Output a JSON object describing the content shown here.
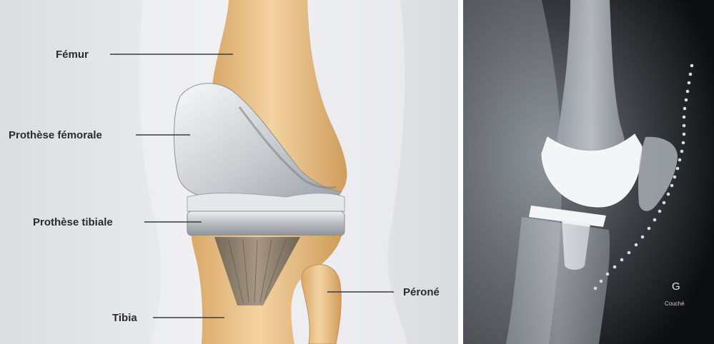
{
  "illustration": {
    "labels": {
      "femur": "Fémur",
      "femoral_prosthesis": "Prothèse fémorale",
      "tibial_prosthesis": "Prothèse tibiale",
      "fibula": "Péroné",
      "tibia": "Tibia"
    }
  },
  "xray": {
    "side_marker": "G",
    "position_label": "Couché"
  },
  "colors": {
    "bone": "#e8c48f",
    "bone_shadow": "#c99a5e",
    "metal": "#d9dcdf",
    "background": "#e9e9eb",
    "xray_bg": "#0d0e10"
  }
}
